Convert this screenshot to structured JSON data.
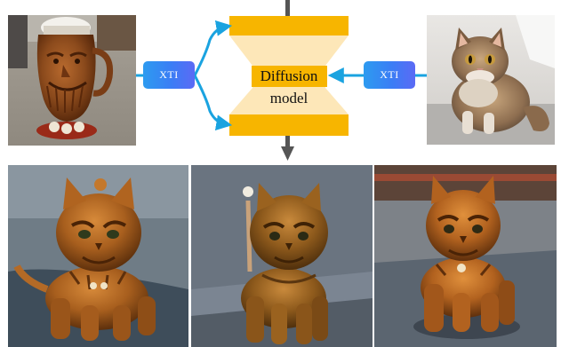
{
  "diagram": {
    "xti_left": "XTI",
    "xti_right": "XTI",
    "model_line1": "Diffusion",
    "model_line2": "model"
  },
  "colors": {
    "xti_blue": "#3b7df5",
    "arrow_cyan": "#1aa3e0",
    "bar_yellow": "#f7b500",
    "hourglass_fill": "#fde7b8",
    "arrow_gray": "#555555"
  },
  "images": {
    "left": "ceramic-tiki-mug-photo",
    "right": "fluffy-kitten-photo",
    "outputs": [
      "ceramic-cat-figure-1",
      "ceramic-cat-figure-2",
      "ceramic-cat-figure-3"
    ]
  }
}
